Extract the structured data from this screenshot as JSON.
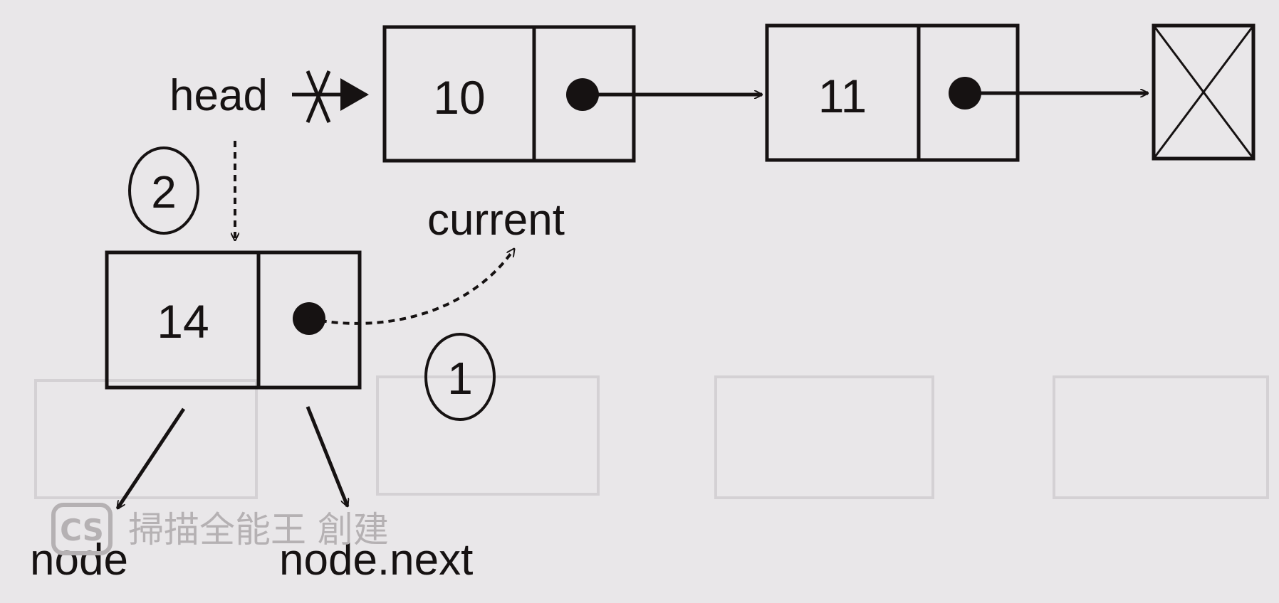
{
  "nodes": [
    {
      "id": "node-10",
      "value": "10"
    },
    {
      "id": "node-11",
      "value": "11"
    },
    {
      "id": "node-14",
      "value": "14"
    }
  ],
  "labels": {
    "head": "head",
    "current": "current",
    "node": "node",
    "node_next": "node.next"
  },
  "steps": {
    "step1": "1",
    "step2": "2"
  },
  "watermark": {
    "badge": "CS",
    "text": "掃描全能王 創建"
  },
  "colors": {
    "ink": "#161212",
    "background": "#e9e7e9",
    "watermark": "#b5b1b3"
  }
}
